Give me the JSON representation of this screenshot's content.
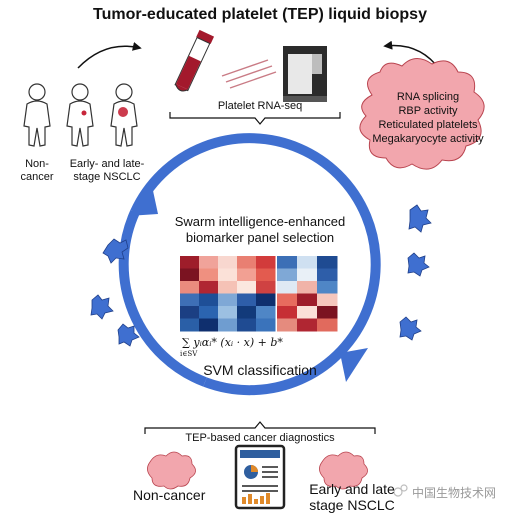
{
  "header": {
    "title": "Tumor-educated platelet (TEP) liquid biopsy"
  },
  "top_section": {
    "left_label_1": "Non-\ncancer",
    "left_label_2": "Early- and late-\nstage NSCLC",
    "rna_label": "Platelet RNA-seq"
  },
  "cloud": {
    "items": [
      "RNA splicing",
      "RBP activity",
      "Reticulated platelets",
      "Megakaryocyte activity"
    ],
    "fill_color": "#f2a6ad",
    "stroke_color": "#b9444f"
  },
  "cycle": {
    "arrow_color": "#3f6fd0",
    "selection_title": "Swarm intelligence-enhanced\nbiomarker panel selection",
    "svm_label": "SVM classification",
    "formula": "∑ yᵢαᵢ* (xᵢ · x) + b*",
    "formula_subscript": "i∈SV"
  },
  "heatmap": {
    "colors_left": [
      [
        "#9e1d2a",
        "#f0a39a",
        "#f8d7cf",
        "#e97f72",
        "#d23b3b"
      ],
      [
        "#7b1321",
        "#ef9080",
        "#fbe1d8",
        "#f2a093",
        "#e35b4f"
      ],
      [
        "#ea8b7e",
        "#b02632",
        "#f5c2b6",
        "#fbe7df",
        "#cf4242"
      ],
      [
        "#3e6fb6",
        "#1e4f97",
        "#7fa8d6",
        "#2e5ea9",
        "#0f2f6e"
      ],
      [
        "#1b3f83",
        "#2b64b0",
        "#9cc0e2",
        "#123a7a",
        "#4f86c6"
      ],
      [
        "#2a5fa7",
        "#0f2f6e",
        "#6f9dd0",
        "#1f4b92",
        "#3a73bb"
      ]
    ],
    "colors_right": [
      [
        "#3c6fb6",
        "#cfe0f1",
        "#1f4b92"
      ],
      [
        "#7fa8d6",
        "#e9f0f7",
        "#2e5ea9"
      ],
      [
        "#dfe9f4",
        "#f0b3a8",
        "#4f86c6"
      ],
      [
        "#e76b5e",
        "#9e1d2a",
        "#f6c7bd"
      ],
      [
        "#c62f35",
        "#fbe1d8",
        "#7b1321"
      ],
      [
        "#e58b7e",
        "#b02632",
        "#e16a5d"
      ]
    ]
  },
  "bottom_section": {
    "diagnostics_label": "TEP-based cancer diagnostics",
    "result_left": "Non-cancer",
    "result_right": "Early and late\nstage NSCLC"
  },
  "watermark": {
    "text": "中国生物技术网"
  },
  "colors": {
    "tube_red": "#a3192c",
    "cell_blue": "#3f6fd0",
    "document_blue": "#2f5f9f",
    "document_orange": "#e08a2a",
    "blob_pink": "#f2a6ad"
  }
}
